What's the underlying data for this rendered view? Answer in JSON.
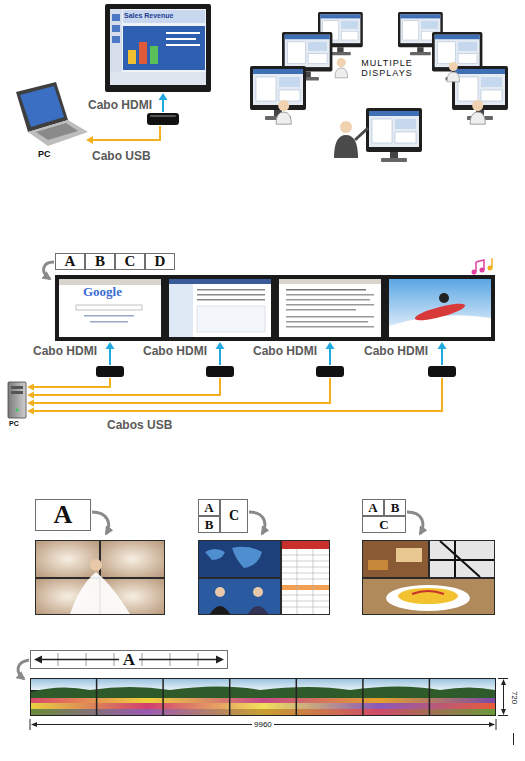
{
  "diagram": {
    "nodes": [
      {
        "text": [
          "A"
        ]
      },
      {
        "text": [
          "B"
        ]
      },
      {
        "text": [
          "C"
        ]
      },
      {
        "text": [
          "D"
        ]
      },
      {
        "text": [
          "A"
        ]
      },
      {
        "text": [
          "A"
        ]
      },
      {
        "text": [
          "B"
        ]
      },
      {
        "text": [
          "C"
        ]
      },
      {
        "text": [
          "A"
        ]
      },
      {
        "text": [
          "B"
        ]
      },
      {
        "text": [
          "C"
        ]
      },
      {
        "text": [
          "A"
        ]
      }
    ],
    "labels": [
      "Sales Revenue",
      "MULTIPLE DISPLAYS",
      "Cabo HDMI",
      "PC",
      "Cabo USB",
      "Google",
      "Cabo HDMI",
      "Cabo HDMI",
      "Cabo HDMI",
      "Cabo HDMI",
      "PC",
      "Cabos USB",
      "720",
      "9960"
    ]
  }
}
